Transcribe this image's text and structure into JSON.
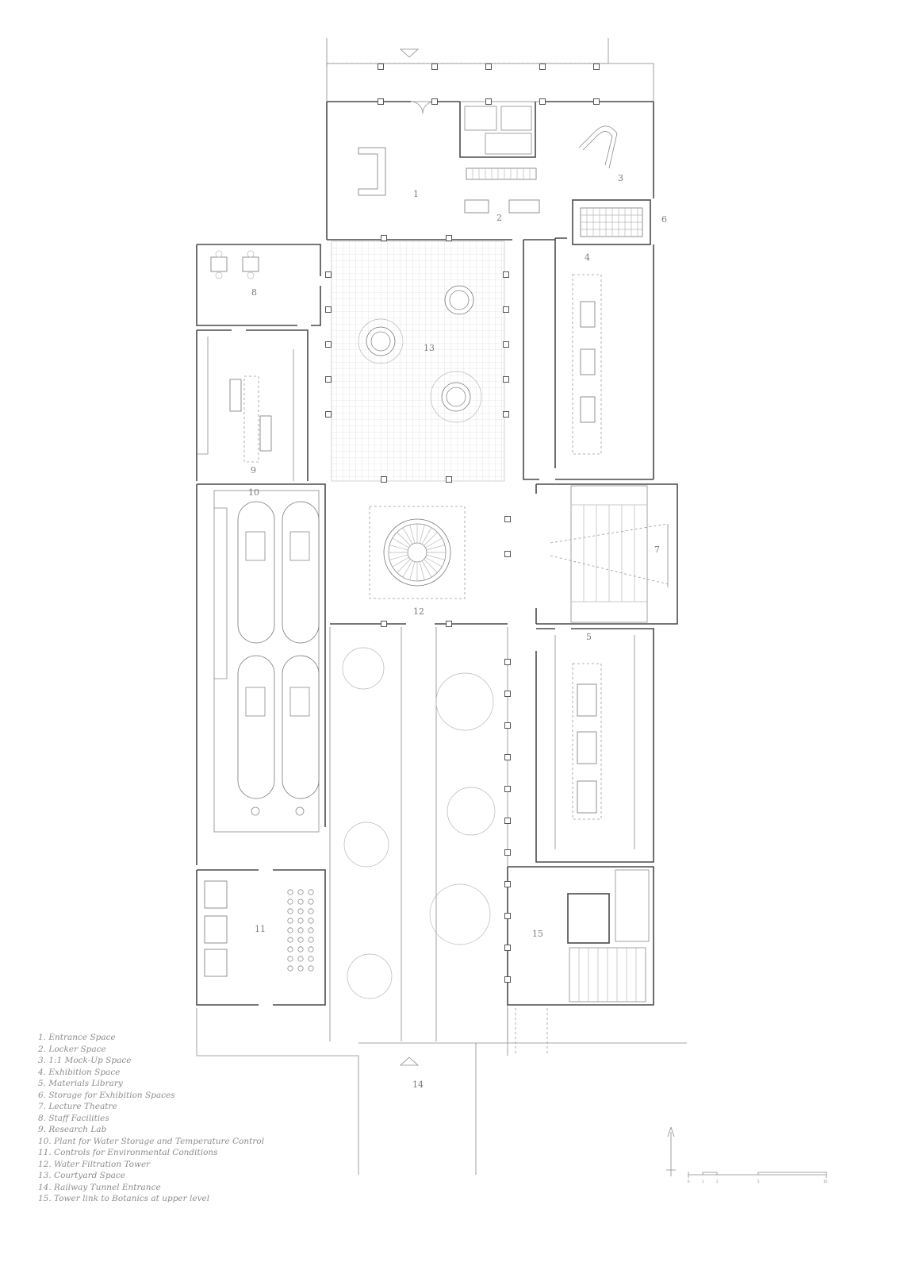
{
  "labels": [
    {
      "id": "1",
      "text": "1"
    },
    {
      "id": "2",
      "text": "2"
    },
    {
      "id": "3",
      "text": "3"
    },
    {
      "id": "4",
      "text": "4"
    },
    {
      "id": "5",
      "text": "5"
    },
    {
      "id": "6",
      "text": "6"
    },
    {
      "id": "7",
      "text": "7"
    },
    {
      "id": "8",
      "text": "8"
    },
    {
      "id": "9",
      "text": "9"
    },
    {
      "id": "10",
      "text": "10"
    },
    {
      "id": "11",
      "text": "11"
    },
    {
      "id": "12",
      "text": "12"
    },
    {
      "id": "13",
      "text": "13"
    },
    {
      "id": "14",
      "text": "14"
    },
    {
      "id": "15",
      "text": "15"
    }
  ],
  "legend": [
    "1. Entrance Space",
    "2. Locker Space",
    "3. 1:1 Mock-Up Space",
    "4. Exhibition Space",
    "5. Materials Library",
    "6. Storage for Exhibition Spaces",
    "7. Lecture Theatre",
    "8. Staff Facilities",
    "9. Research Lab",
    "10. Plant for Water Storage and Temperature Control",
    "11. Controls for Environmental Conditions",
    "12. Water Filtration Tower",
    "13. Courtyard Space",
    "14. Railway Tunnel Entrance",
    "15. Tower link to Botanics at upper level"
  ],
  "scale_bar": {
    "ticks": [
      "0",
      "1",
      "2",
      "5",
      "10"
    ]
  },
  "icons": {
    "north": "north-arrow-icon",
    "entry": "entry-triangle-icon"
  }
}
